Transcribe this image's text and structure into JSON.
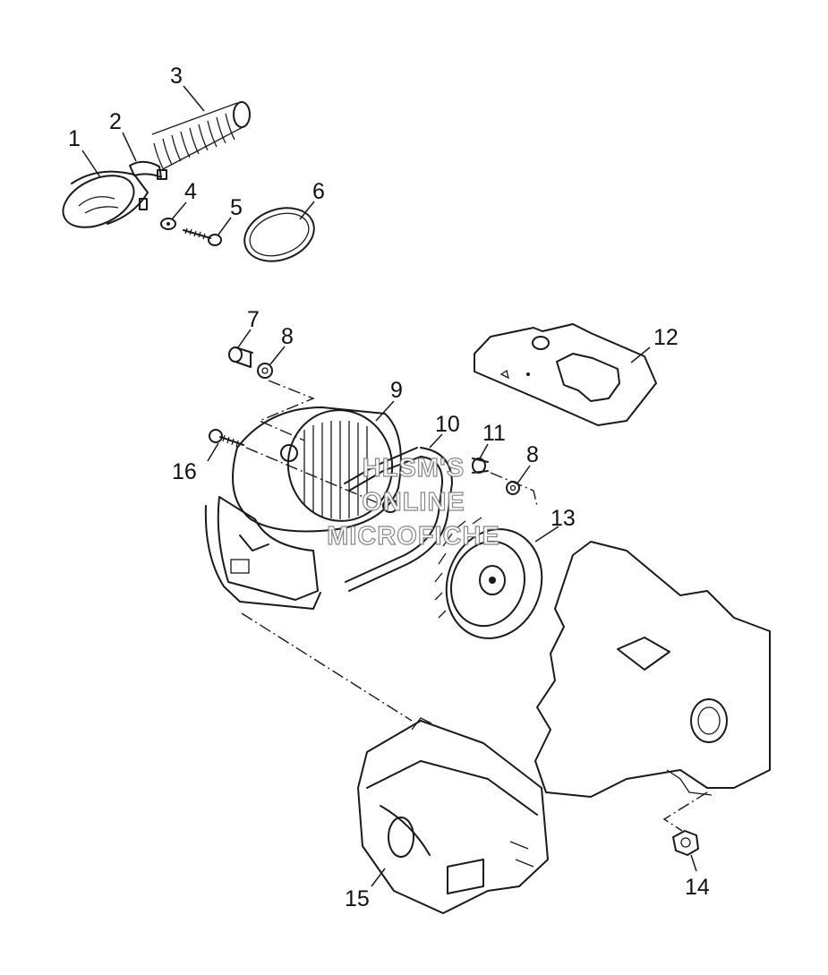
{
  "callouts": {
    "c1": "1",
    "c2": "2",
    "c3": "3",
    "c4": "4",
    "c5": "5",
    "c6": "6",
    "c7": "7",
    "c8a": "8",
    "c8b": "8",
    "c9": "9",
    "c10": "10",
    "c11": "11",
    "c12": "12",
    "c13": "13",
    "c14": "14",
    "c15": "15",
    "c16": "16"
  },
  "watermark": {
    "line1": "HLSM'S",
    "line2": "ONLINE",
    "line3": "MICROFICHE"
  }
}
